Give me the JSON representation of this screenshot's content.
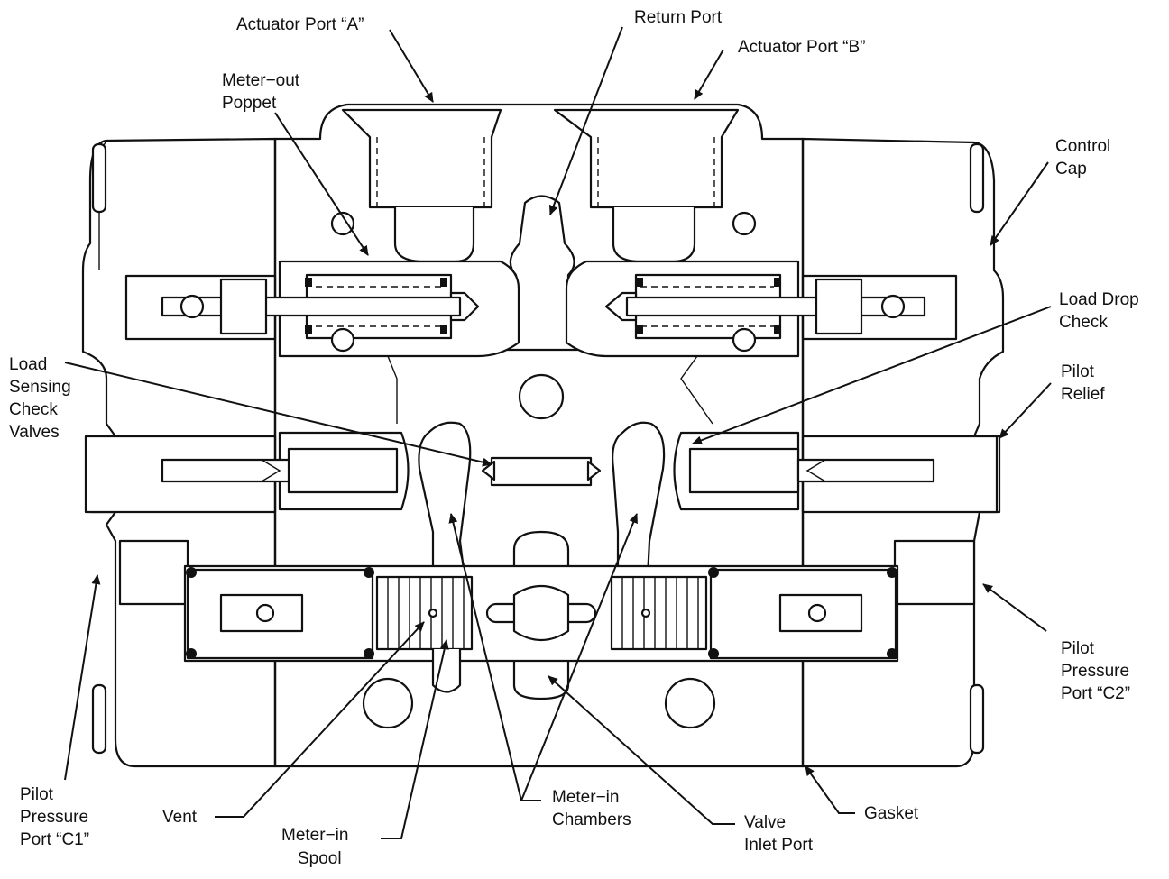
{
  "diagram": {
    "labels": {
      "actuator_port_a": "Actuator Port “A”",
      "return_port": "Return Port",
      "actuator_port_b": "Actuator Port “B”",
      "meter_out_poppet": [
        "Meter−out",
        "Poppet"
      ],
      "control_cap": [
        "Control",
        "Cap"
      ],
      "load_drop_check": [
        "Load Drop",
        "Check"
      ],
      "load_sensing_check_valves": [
        "Load",
        "Sensing",
        "Check",
        "Valves"
      ],
      "pilot_relief": [
        "Pilot",
        "Relief"
      ],
      "pilot_pressure_port_c2": [
        "Pilot",
        "Pressure",
        "Port “C2”"
      ],
      "pilot_pressure_port_c1": [
        "Pilot",
        "Pressure",
        "Port “C1”"
      ],
      "vent": "Vent",
      "meter_in_spool": [
        "Meter−in",
        "Spool"
      ],
      "meter_in_chambers": [
        "Meter−in",
        "Chambers"
      ],
      "valve_inlet_port": [
        "Valve",
        "Inlet Port"
      ],
      "gasket": "Gasket"
    }
  }
}
